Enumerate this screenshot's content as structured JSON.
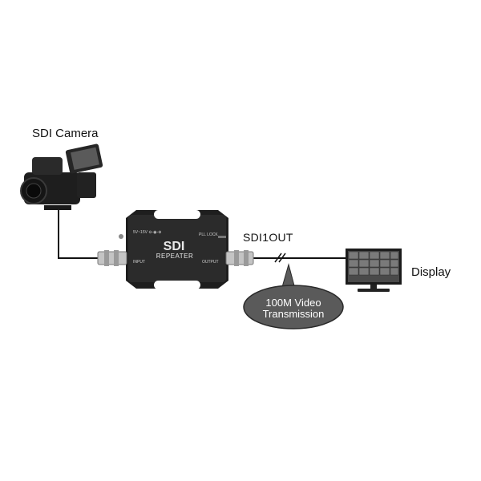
{
  "labels": {
    "camera": "SDI Camera",
    "output": "SDI1OUT",
    "display": "Display"
  },
  "callout": {
    "line1": "100M Video",
    "line2": "Transmission"
  },
  "device": {
    "brand": "SDI",
    "model": "REPEATER",
    "power_label": "5V~15V ⊖-◉-⊕",
    "pll_label": "PLL LOCK",
    "input_label": "INPUT",
    "output_label": "OUTPUT"
  },
  "colors": {
    "cable": "#111111",
    "bubble": "#5a5a5a",
    "device_body": "#2b2b2b",
    "connector": "#b9b9b9"
  }
}
